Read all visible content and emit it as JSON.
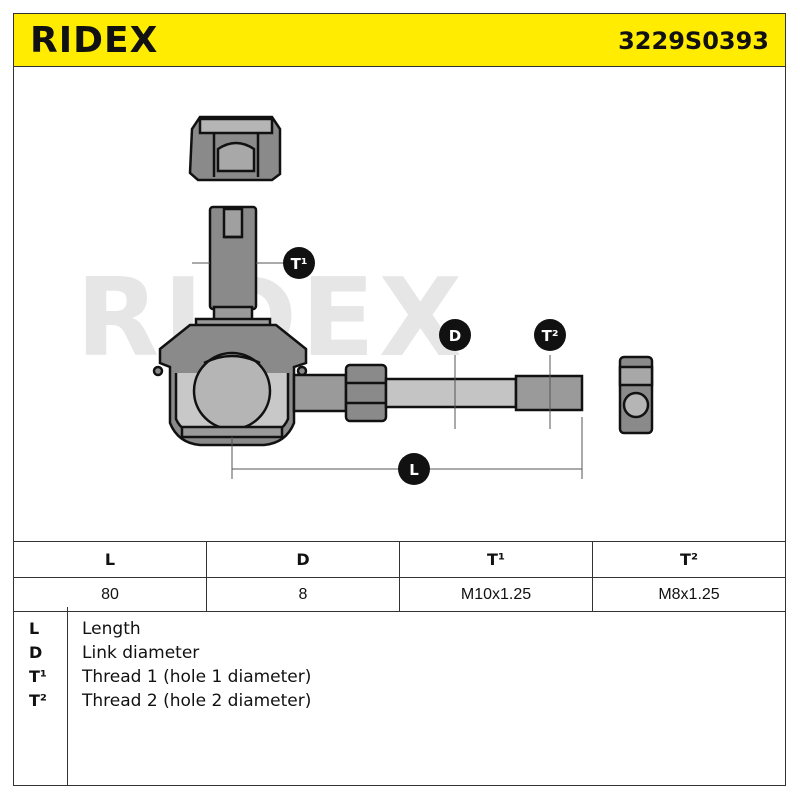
{
  "header": {
    "logo": "RIDEX",
    "part_number": "3229S0393",
    "background_color": "#ffec00"
  },
  "drawing": {
    "watermark": "RIDEX",
    "callouts": {
      "t1": "T¹",
      "d": "D",
      "t2": "T²",
      "l": "L"
    }
  },
  "spec_table": {
    "headers": [
      "L",
      "D",
      "T¹",
      "T²"
    ],
    "values": [
      "80",
      "8",
      "M10x1.25",
      "M8x1.25"
    ]
  },
  "legend": [
    {
      "abbr": "L",
      "text": "Length"
    },
    {
      "abbr": "D",
      "text": "Link diameter"
    },
    {
      "abbr": "T¹",
      "text": "Thread 1 (hole 1 diameter)"
    },
    {
      "abbr": "T²",
      "text": "Thread 2 (hole 2 diameter)"
    }
  ]
}
